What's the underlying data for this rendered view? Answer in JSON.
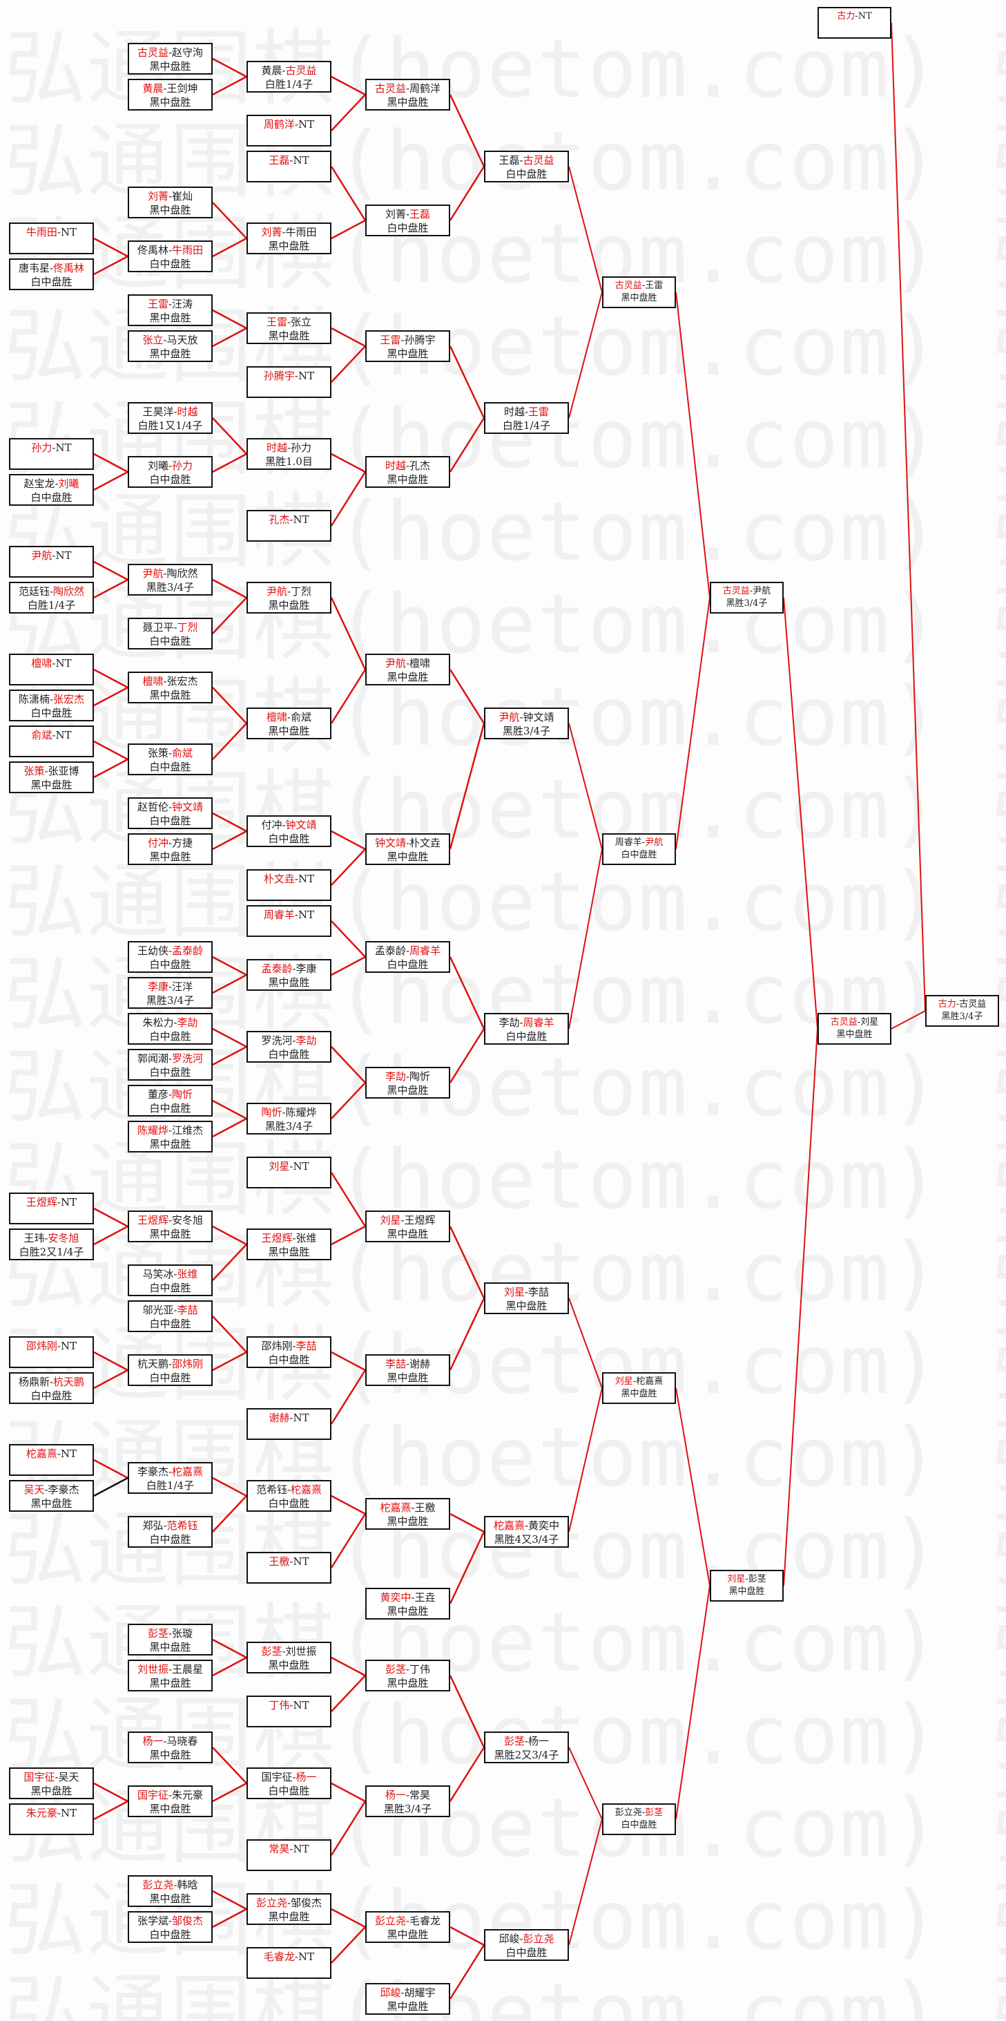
{
  "watermark": "弘通围棋(hoetom.com) 弘通",
  "colors": {
    "winner": "#e01010",
    "line": "#e01010",
    "box_border": "#111111",
    "text": "#222222"
  },
  "nt_label": "NT",
  "matches": [
    {
      "id": "m01",
      "round": 1,
      "p1": "牛雨田",
      "p2": "NT",
      "winner": 1,
      "result": ""
    },
    {
      "id": "m02",
      "round": 1,
      "p1": "唐韦星",
      "p2": "佟禹林",
      "winner": 2,
      "result": "白中盘胜"
    },
    {
      "id": "m03",
      "round": 1,
      "p1": "孙力",
      "p2": "NT",
      "winner": 1,
      "result": ""
    },
    {
      "id": "m04",
      "round": 1,
      "p1": "赵宝龙",
      "p2": "刘曦",
      "winner": 2,
      "result": "白中盘胜"
    },
    {
      "id": "m05",
      "round": 1,
      "p1": "尹航",
      "p2": "NT",
      "winner": 1,
      "result": ""
    },
    {
      "id": "m06",
      "round": 1,
      "p1": "范廷钰",
      "p2": "陶欣然",
      "winner": 2,
      "result": "白胜1/4子"
    },
    {
      "id": "m07",
      "round": 1,
      "p1": "檀啸",
      "p2": "NT",
      "winner": 1,
      "result": ""
    },
    {
      "id": "m08",
      "round": 1,
      "p1": "陈潇楠",
      "p2": "张宏杰",
      "winner": 2,
      "result": "白中盘胜"
    },
    {
      "id": "m09",
      "round": 1,
      "p1": "俞斌",
      "p2": "NT",
      "winner": 1,
      "result": ""
    },
    {
      "id": "m10",
      "round": 1,
      "p1": "张策",
      "p2": "张亚博",
      "winner": 1,
      "result": "黑中盘胜"
    },
    {
      "id": "m11",
      "round": 1,
      "p1": "王煜辉",
      "p2": "NT",
      "winner": 1,
      "result": ""
    },
    {
      "id": "m12",
      "round": 1,
      "p1": "王玮",
      "p2": "安冬旭",
      "winner": 2,
      "result": "白胜2又1/4子"
    },
    {
      "id": "m13",
      "round": 1,
      "p1": "邵炜刚",
      "p2": "NT",
      "winner": 1,
      "result": ""
    },
    {
      "id": "m14",
      "round": 1,
      "p1": "杨鼎新",
      "p2": "杭天鹏",
      "winner": 2,
      "result": "白中盘胜"
    },
    {
      "id": "m15",
      "round": 1,
      "p1": "柁嘉熹",
      "p2": "NT",
      "winner": 1,
      "result": ""
    },
    {
      "id": "m16",
      "round": 1,
      "p1": "吴天",
      "p2": "李豪杰",
      "winner": 1,
      "result": "黑中盘胜"
    },
    {
      "id": "m17",
      "round": 1,
      "p1": "国宇征",
      "p2": "吴天",
      "winner": 1,
      "result": "黑中盘胜"
    },
    {
      "id": "m18",
      "round": 1,
      "p1": "朱元豪",
      "p2": "NT",
      "winner": 1,
      "result": ""
    },
    {
      "id": "m19",
      "round": 2,
      "p1": "古灵益",
      "p2": "赵守洵",
      "winner": 1,
      "result": "黑中盘胜"
    },
    {
      "id": "m20",
      "round": 2,
      "p1": "黄晨",
      "p2": "王剑坤",
      "winner": 1,
      "result": "黑中盘胜"
    },
    {
      "id": "m21",
      "round": 2,
      "p1": "刘菁",
      "p2": "崔灿",
      "winner": 1,
      "result": "黑中盘胜"
    },
    {
      "id": "m22",
      "round": 2,
      "p1": "佟禹林",
      "p2": "牛雨田",
      "winner": 2,
      "result": "白中盘胜"
    },
    {
      "id": "m23",
      "round": 2,
      "p1": "王雷",
      "p2": "汪涛",
      "winner": 1,
      "result": "黑中盘胜"
    },
    {
      "id": "m24",
      "round": 2,
      "p1": "张立",
      "p2": "马天放",
      "winner": 1,
      "result": "黑中盘胜"
    },
    {
      "id": "m25",
      "round": 2,
      "p1": "王昊洋",
      "p2": "时越",
      "winner": 2,
      "result": "白胜1又1/4子"
    },
    {
      "id": "m26",
      "round": 2,
      "p1": "刘曦",
      "p2": "孙力",
      "winner": 2,
      "result": "白中盘胜"
    },
    {
      "id": "m27",
      "round": 2,
      "p1": "尹航",
      "p2": "陶欣然",
      "winner": 1,
      "result": "黑胜3/4子"
    },
    {
      "id": "m28",
      "round": 2,
      "p1": "聂卫平",
      "p2": "丁烈",
      "winner": 2,
      "result": "白中盘胜"
    },
    {
      "id": "m29",
      "round": 2,
      "p1": "檀啸",
      "p2": "张宏杰",
      "winner": 1,
      "result": "黑中盘胜"
    },
    {
      "id": "m30",
      "round": 2,
      "p1": "张策",
      "p2": "俞斌",
      "winner": 2,
      "result": "白中盘胜"
    },
    {
      "id": "m31",
      "round": 2,
      "p1": "赵哲伦",
      "p2": "钟文靖",
      "winner": 2,
      "result": "白中盘胜"
    },
    {
      "id": "m32",
      "round": 2,
      "p1": "付冲",
      "p2": "方捷",
      "winner": 1,
      "result": "黑中盘胜"
    },
    {
      "id": "m33",
      "round": 2,
      "p1": "王幼侠",
      "p2": "孟泰龄",
      "winner": 2,
      "result": "白中盘胜"
    },
    {
      "id": "m34",
      "round": 2,
      "p1": "李康",
      "p2": "汪洋",
      "winner": 1,
      "result": "黑胜3/4子"
    },
    {
      "id": "m35",
      "round": 2,
      "p1": "朱松力",
      "p2": "李劼",
      "winner": 2,
      "result": "白中盘胜"
    },
    {
      "id": "m36",
      "round": 2,
      "p1": "郭闻潮",
      "p2": "罗洗河",
      "winner": 2,
      "result": "白中盘胜"
    },
    {
      "id": "m37",
      "round": 2,
      "p1": "董彦",
      "p2": "陶忻",
      "winner": 2,
      "result": "白中盘胜"
    },
    {
      "id": "m38",
      "round": 2,
      "p1": "陈耀烨",
      "p2": "江维杰",
      "winner": 1,
      "result": "黑中盘胜"
    },
    {
      "id": "m39",
      "round": 2,
      "p1": "王煜辉",
      "p2": "安冬旭",
      "winner": 1,
      "result": "黑中盘胜"
    },
    {
      "id": "m40",
      "round": 2,
      "p1": "马笑冰",
      "p2": "张维",
      "winner": 2,
      "result": "白中盘胜"
    },
    {
      "id": "m41",
      "round": 2,
      "p1": "邬光亚",
      "p2": "李喆",
      "winner": 2,
      "result": "白中盘胜"
    },
    {
      "id": "m42",
      "round": 2,
      "p1": "杭天鹏",
      "p2": "邵炜刚",
      "winner": 2,
      "result": "白中盘胜"
    },
    {
      "id": "m43",
      "round": 2,
      "p1": "李豪杰",
      "p2": "柁嘉熹",
      "winner": 2,
      "result": "白胜1/4子"
    },
    {
      "id": "m44",
      "round": 2,
      "p1": "郑弘",
      "p2": "范希钰",
      "winner": 2,
      "result": "白中盘胜"
    },
    {
      "id": "m45",
      "round": 2,
      "p1": "彭茎",
      "p2": "张璇",
      "winner": 1,
      "result": "黑中盘胜"
    },
    {
      "id": "m46",
      "round": 2,
      "p1": "刘世振",
      "p2": "王晨星",
      "winner": 1,
      "result": "黑中盘胜"
    },
    {
      "id": "m47",
      "round": 2,
      "p1": "杨一",
      "p2": "马晓春",
      "winner": 1,
      "result": "黑中盘胜"
    },
    {
      "id": "m48",
      "round": 2,
      "p1": "国宇征",
      "p2": "朱元豪",
      "winner": 1,
      "result": "黑中盘胜"
    },
    {
      "id": "m49",
      "round": 2,
      "p1": "彭立尧",
      "p2": "韩晗",
      "winner": 1,
      "result": "黑中盘胜"
    },
    {
      "id": "m50",
      "round": 2,
      "p1": "张学斌",
      "p2": "邹俊杰",
      "winner": 2,
      "result": "白中盘胜"
    },
    {
      "id": "m51",
      "round": 3,
      "p1": "黄晨",
      "p2": "古灵益",
      "winner": 2,
      "result": "白胜1/4子"
    },
    {
      "id": "m52",
      "round": 3,
      "p1": "周鹤洋",
      "p2": "NT",
      "winner": 1,
      "result": ""
    },
    {
      "id": "m53",
      "round": 3,
      "p1": "王磊",
      "p2": "NT",
      "winner": 1,
      "result": ""
    },
    {
      "id": "m54",
      "round": 3,
      "p1": "刘菁",
      "p2": "牛雨田",
      "winner": 1,
      "result": "黑中盘胜"
    },
    {
      "id": "m55",
      "round": 3,
      "p1": "王雷",
      "p2": "张立",
      "winner": 1,
      "result": "黑中盘胜"
    },
    {
      "id": "m56",
      "round": 3,
      "p1": "孙腾宇",
      "p2": "NT",
      "winner": 1,
      "result": ""
    },
    {
      "id": "m57",
      "round": 3,
      "p1": "时越",
      "p2": "孙力",
      "winner": 1,
      "result": "黑胜1.0目"
    },
    {
      "id": "m58",
      "round": 3,
      "p1": "孔杰",
      "p2": "NT",
      "winner": 1,
      "result": ""
    },
    {
      "id": "m59",
      "round": 3,
      "p1": "尹航",
      "p2": "丁烈",
      "winner": 1,
      "result": "黑中盘胜"
    },
    {
      "id": "m60",
      "round": 3,
      "p1": "檀啸",
      "p2": "俞斌",
      "winner": 1,
      "result": "黑中盘胜"
    },
    {
      "id": "m61",
      "round": 3,
      "p1": "付冲",
      "p2": "钟文靖",
      "winner": 2,
      "result": "白中盘胜"
    },
    {
      "id": "m62",
      "round": 3,
      "p1": "朴文垚",
      "p2": "NT",
      "winner": 1,
      "result": ""
    },
    {
      "id": "m63",
      "round": 3,
      "p1": "周睿羊",
      "p2": "NT",
      "winner": 1,
      "result": ""
    },
    {
      "id": "m64",
      "round": 3,
      "p1": "孟泰龄",
      "p2": "李康",
      "winner": 1,
      "result": "黑中盘胜"
    },
    {
      "id": "m65",
      "round": 3,
      "p1": "罗洗河",
      "p2": "李劼",
      "winner": 2,
      "result": "白中盘胜"
    },
    {
      "id": "m66",
      "round": 3,
      "p1": "陶忻",
      "p2": "陈耀烨",
      "winner": 1,
      "result": "黑胜3/4子"
    },
    {
      "id": "m67",
      "round": 3,
      "p1": "刘星",
      "p2": "NT",
      "winner": 1,
      "result": ""
    },
    {
      "id": "m68",
      "round": 3,
      "p1": "王煜辉",
      "p2": "张维",
      "winner": 1,
      "result": "黑中盘胜"
    },
    {
      "id": "m69",
      "round": 3,
      "p1": "邵炜刚",
      "p2": "李喆",
      "winner": 2,
      "result": "白中盘胜"
    },
    {
      "id": "m70",
      "round": 3,
      "p1": "谢赫",
      "p2": "NT",
      "winner": 1,
      "result": ""
    },
    {
      "id": "m71",
      "round": 3,
      "p1": "范希钰",
      "p2": "柁嘉熹",
      "winner": 2,
      "result": "白中盘胜"
    },
    {
      "id": "m72",
      "round": 3,
      "p1": "王檄",
      "p2": "NT",
      "winner": 1,
      "result": ""
    },
    {
      "id": "m73",
      "round": 3,
      "p1": "彭茎",
      "p2": "刘世振",
      "winner": 1,
      "result": "黑中盘胜"
    },
    {
      "id": "m74",
      "round": 3,
      "p1": "丁伟",
      "p2": "NT",
      "winner": 1,
      "result": ""
    },
    {
      "id": "m75",
      "round": 3,
      "p1": "国宇征",
      "p2": "杨一",
      "winner": 2,
      "result": "白中盘胜"
    },
    {
      "id": "m76",
      "round": 3,
      "p1": "常昊",
      "p2": "NT",
      "winner": 1,
      "result": ""
    },
    {
      "id": "m77",
      "round": 3,
      "p1": "彭立尧",
      "p2": "邹俊杰",
      "winner": 1,
      "result": "黑中盘胜"
    },
    {
      "id": "m78",
      "round": 3,
      "p1": "毛睿龙",
      "p2": "NT",
      "winner": 1,
      "result": ""
    },
    {
      "id": "m79",
      "round": 4,
      "p1": "古灵益",
      "p2": "周鹤洋",
      "winner": 1,
      "result": "黑中盘胜"
    },
    {
      "id": "m80",
      "round": 4,
      "p1": "刘菁",
      "p2": "王磊",
      "winner": 2,
      "result": "白中盘胜"
    },
    {
      "id": "m81",
      "round": 4,
      "p1": "王雷",
      "p2": "孙腾宇",
      "winner": 1,
      "result": "黑中盘胜"
    },
    {
      "id": "m82",
      "round": 4,
      "p1": "时越",
      "p2": "孔杰",
      "winner": 1,
      "result": "黑中盘胜"
    },
    {
      "id": "m83",
      "round": 4,
      "p1": "尹航",
      "p2": "檀啸",
      "winner": 1,
      "result": "黑中盘胜"
    },
    {
      "id": "m84",
      "round": 4,
      "p1": "钟文靖",
      "p2": "朴文垚",
      "winner": 1,
      "result": "黑中盘胜"
    },
    {
      "id": "m85",
      "round": 4,
      "p1": "孟泰龄",
      "p2": "周睿羊",
      "winner": 2,
      "result": "白中盘胜"
    },
    {
      "id": "m86",
      "round": 4,
      "p1": "李劼",
      "p2": "陶忻",
      "winner": 1,
      "result": "黑中盘胜"
    },
    {
      "id": "m87",
      "round": 4,
      "p1": "刘星",
      "p2": "王煜辉",
      "winner": 1,
      "result": "黑中盘胜"
    },
    {
      "id": "m88",
      "round": 4,
      "p1": "李喆",
      "p2": "谢赫",
      "winner": 1,
      "result": "黑中盘胜"
    },
    {
      "id": "m89",
      "round": 4,
      "p1": "柁嘉熹",
      "p2": "王檄",
      "winner": 1,
      "result": "黑中盘胜"
    },
    {
      "id": "m90",
      "round": 4,
      "p1": "黄奕中",
      "p2": "王垚",
      "winner": 1,
      "result": "黑中盘胜"
    },
    {
      "id": "m91",
      "round": 4,
      "p1": "彭茎",
      "p2": "丁伟",
      "winner": 1,
      "result": "黑中盘胜"
    },
    {
      "id": "m92",
      "round": 4,
      "p1": "杨一",
      "p2": "常昊",
      "winner": 1,
      "result": "黑胜3/4子"
    },
    {
      "id": "m93",
      "round": 4,
      "p1": "彭立尧",
      "p2": "毛睿龙",
      "winner": 1,
      "result": "黑中盘胜"
    },
    {
      "id": "m94",
      "round": 4,
      "p1": "邱峻",
      "p2": "胡耀宇",
      "winner": 1,
      "result": "黑中盘胜"
    },
    {
      "id": "m95",
      "round": 5,
      "p1": "王磊",
      "p2": "古灵益",
      "winner": 2,
      "result": "白中盘胜"
    },
    {
      "id": "m96",
      "round": 5,
      "p1": "时越",
      "p2": "王雷",
      "winner": 2,
      "result": "白胜1/4子"
    },
    {
      "id": "m97",
      "round": 5,
      "p1": "尹航",
      "p2": "钟文靖",
      "winner": 1,
      "result": "黑胜3/4子"
    },
    {
      "id": "m98",
      "round": 5,
      "p1": "李劼",
      "p2": "周睿羊",
      "winner": 2,
      "result": "白中盘胜"
    },
    {
      "id": "m99",
      "round": 5,
      "p1": "刘星",
      "p2": "李喆",
      "winner": 1,
      "result": "黑中盘胜"
    },
    {
      "id": "m100",
      "round": 5,
      "p1": "柁嘉熹",
      "p2": "黄奕中",
      "winner": 1,
      "result": "黑胜4又3/4子"
    },
    {
      "id": "m101",
      "round": 5,
      "p1": "彭茎",
      "p2": "杨一",
      "winner": 1,
      "result": "黑胜2又3/4子"
    },
    {
      "id": "m102",
      "round": 5,
      "p1": "邱峻",
      "p2": "彭立尧",
      "winner": 2,
      "result": "白中盘胜"
    },
    {
      "id": "m103",
      "round": 6,
      "p1": "古灵益",
      "p2": "王雷",
      "winner": 1,
      "result": "黑中盘胜"
    },
    {
      "id": "m104",
      "round": 6,
      "p1": "周睿羊",
      "p2": "尹航",
      "winner": 2,
      "result": "白中盘胜"
    },
    {
      "id": "m105",
      "round": 6,
      "p1": "刘星",
      "p2": "柁嘉熹",
      "winner": 1,
      "result": "黑中盘胜"
    },
    {
      "id": "m106",
      "round": 6,
      "p1": "彭立尧",
      "p2": "彭茎",
      "winner": 2,
      "result": "白中盘胜"
    },
    {
      "id": "m107",
      "round": 7,
      "p1": "古灵益",
      "p2": "尹航",
      "winner": 1,
      "result": "黑胜3/4子"
    },
    {
      "id": "m108",
      "round": 7,
      "p1": "刘星",
      "p2": "彭茎",
      "winner": 1,
      "result": "黑中盘胜"
    },
    {
      "id": "m109",
      "round": 8,
      "p1": "古力",
      "p2": "NT",
      "winner": 1,
      "result": ""
    },
    {
      "id": "m110",
      "round": 8,
      "p1": "古灵益",
      "p2": "刘星",
      "winner": 1,
      "result": "黑中盘胜"
    },
    {
      "id": "m111",
      "round": 9,
      "p1": "古力",
      "p2": "古灵益",
      "winner": 1,
      "result": "黑胜3/4子"
    }
  ],
  "links": [
    [
      "m01",
      "m22"
    ],
    [
      "m02",
      "m22"
    ],
    [
      "m03",
      "m26"
    ],
    [
      "m04",
      "m26"
    ],
    [
      "m05",
      "m27"
    ],
    [
      "m06",
      "m27"
    ],
    [
      "m07",
      "m29"
    ],
    [
      "m08",
      "m29"
    ],
    [
      "m09",
      "m30"
    ],
    [
      "m10",
      "m30"
    ],
    [
      "m11",
      "m39"
    ],
    [
      "m12",
      "m39"
    ],
    [
      "m13",
      "m42"
    ],
    [
      "m14",
      "m42"
    ],
    [
      "m15",
      "m43"
    ],
    [
      "m16",
      "m43",
      "black"
    ],
    [
      "m17",
      "m48"
    ],
    [
      "m18",
      "m48"
    ],
    [
      "m19",
      "m51"
    ],
    [
      "m20",
      "m51"
    ],
    [
      "m21",
      "m54"
    ],
    [
      "m22",
      "m54"
    ],
    [
      "m23",
      "m55"
    ],
    [
      "m24",
      "m55"
    ],
    [
      "m25",
      "m57"
    ],
    [
      "m26",
      "m57"
    ],
    [
      "m27",
      "m59"
    ],
    [
      "m28",
      "m59"
    ],
    [
      "m29",
      "m60"
    ],
    [
      "m30",
      "m60"
    ],
    [
      "m31",
      "m61"
    ],
    [
      "m32",
      "m61"
    ],
    [
      "m33",
      "m64"
    ],
    [
      "m34",
      "m64"
    ],
    [
      "m35",
      "m65"
    ],
    [
      "m36",
      "m65"
    ],
    [
      "m37",
      "m66"
    ],
    [
      "m38",
      "m66"
    ],
    [
      "m39",
      "m68"
    ],
    [
      "m40",
      "m68"
    ],
    [
      "m41",
      "m69"
    ],
    [
      "m42",
      "m69"
    ],
    [
      "m43",
      "m71"
    ],
    [
      "m44",
      "m71"
    ],
    [
      "m45",
      "m73"
    ],
    [
      "m46",
      "m73"
    ],
    [
      "m47",
      "m75"
    ],
    [
      "m48",
      "m75"
    ],
    [
      "m49",
      "m77"
    ],
    [
      "m50",
      "m77"
    ],
    [
      "m51",
      "m79"
    ],
    [
      "m52",
      "m79"
    ],
    [
      "m53",
      "m80"
    ],
    [
      "m54",
      "m80"
    ],
    [
      "m55",
      "m81"
    ],
    [
      "m56",
      "m81"
    ],
    [
      "m57",
      "m82"
    ],
    [
      "m58",
      "m82"
    ],
    [
      "m59",
      "m83"
    ],
    [
      "m60",
      "m83"
    ],
    [
      "m61",
      "m84"
    ],
    [
      "m62",
      "m84"
    ],
    [
      "m63",
      "m85"
    ],
    [
      "m64",
      "m85"
    ],
    [
      "m65",
      "m86"
    ],
    [
      "m66",
      "m86"
    ],
    [
      "m67",
      "m87"
    ],
    [
      "m68",
      "m87"
    ],
    [
      "m69",
      "m88"
    ],
    [
      "m70",
      "m88"
    ],
    [
      "m71",
      "m89"
    ],
    [
      "m72",
      "m89"
    ],
    [
      "m73",
      "m91"
    ],
    [
      "m74",
      "m91"
    ],
    [
      "m75",
      "m92"
    ],
    [
      "m76",
      "m92"
    ],
    [
      "m77",
      "m93"
    ],
    [
      "m78",
      "m93"
    ],
    [
      "m79",
      "m95"
    ],
    [
      "m80",
      "m95"
    ],
    [
      "m81",
      "m96"
    ],
    [
      "m82",
      "m96"
    ],
    [
      "m83",
      "m97"
    ],
    [
      "m84",
      "m97"
    ],
    [
      "m85",
      "m98"
    ],
    [
      "m86",
      "m98"
    ],
    [
      "m87",
      "m99"
    ],
    [
      "m88",
      "m99"
    ],
    [
      "m89",
      "m100"
    ],
    [
      "m90",
      "m100"
    ],
    [
      "m91",
      "m101"
    ],
    [
      "m92",
      "m101"
    ],
    [
      "m93",
      "m102"
    ],
    [
      "m94",
      "m102"
    ],
    [
      "m95",
      "m103"
    ],
    [
      "m96",
      "m103"
    ],
    [
      "m97",
      "m104"
    ],
    [
      "m98",
      "m104"
    ],
    [
      "m99",
      "m105"
    ],
    [
      "m100",
      "m105"
    ],
    [
      "m101",
      "m106"
    ],
    [
      "m102",
      "m106"
    ],
    [
      "m103",
      "m107"
    ],
    [
      "m104",
      "m107"
    ],
    [
      "m105",
      "m108"
    ],
    [
      "m106",
      "m108"
    ],
    [
      "m107",
      "m110"
    ],
    [
      "m108",
      "m110"
    ],
    [
      "m109",
      "m111"
    ],
    [
      "m110",
      "m111"
    ]
  ]
}
